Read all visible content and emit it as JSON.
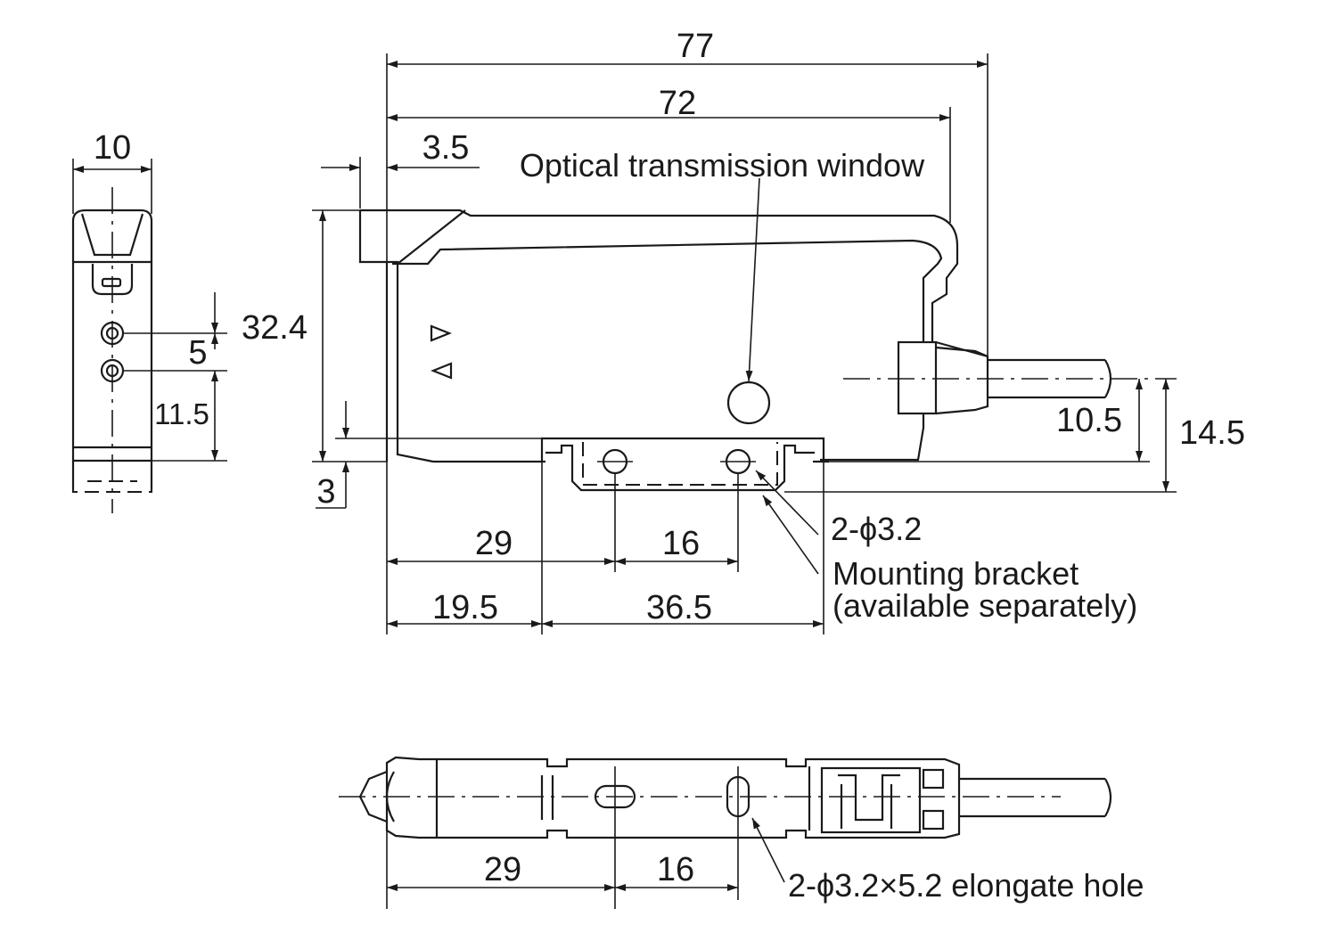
{
  "dimensions": {
    "side_width": "10",
    "overall_length": "77",
    "body_length": "72",
    "front_offset": "3.5",
    "height": "32.4",
    "indicator_pitch": "5",
    "indicator_height": "11.5",
    "base_offset": "3",
    "cable_height": "10.5",
    "bracket_height": "14.5",
    "hole_pos": "29",
    "hole_pitch": "16",
    "bracket_pos": "19.5",
    "bracket_length": "36.5",
    "bottom_hole_pos": "29",
    "bottom_hole_pitch": "16"
  },
  "notes": {
    "window": "Optical transmission window",
    "holes": "2-ϕ3.2",
    "bracket_line1": "Mounting bracket",
    "bracket_line2": "(available separately)",
    "elongate": "2-ϕ3.2×5.2 elongate hole"
  },
  "icons": [
    "triangle-right-icon",
    "triangle-left-icon"
  ]
}
